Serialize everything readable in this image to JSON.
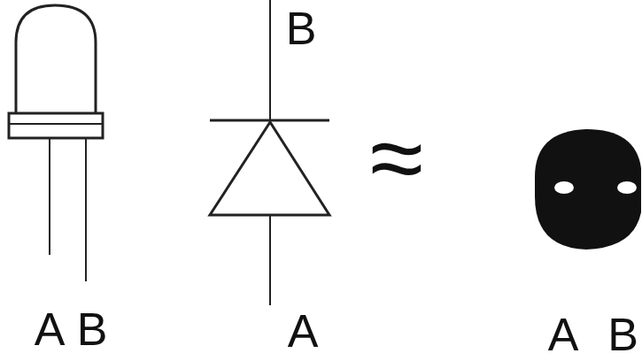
{
  "diagram": {
    "labels": [
      "A",
      "B",
      "B",
      "A",
      "≈",
      "A",
      "B"
    ]
  }
}
